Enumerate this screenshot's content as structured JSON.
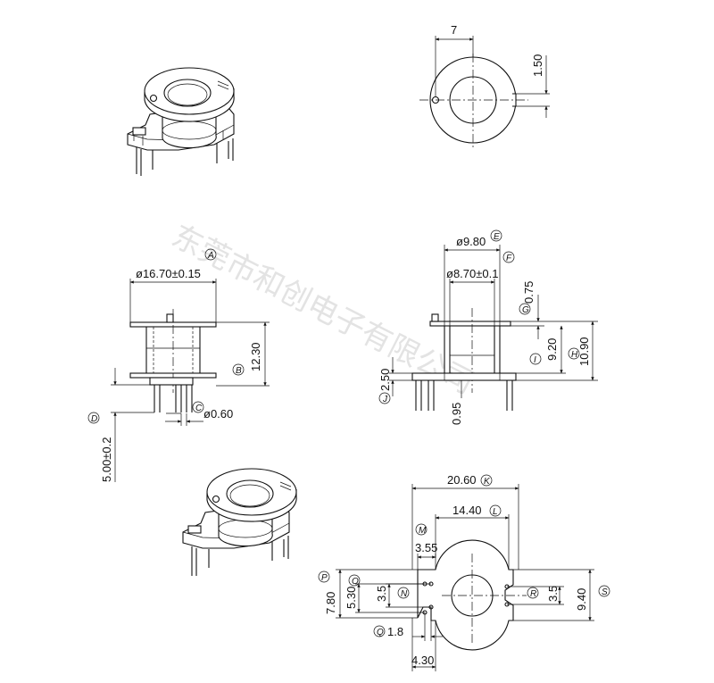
{
  "watermark": "东莞市和创电子有限公司",
  "dimensions": {
    "top_slot_offset": "7",
    "top_slot_width": "1.50",
    "flange_dia": "ø16.70±0.15",
    "height": "12.30",
    "pin_length": "5.00±0.2",
    "pin_dia": "ø0.60",
    "core_outer_dia": "ø9.80",
    "core_inner_dia": "ø8.70±0.1",
    "flange_thickness": "0.75",
    "winding_height": "9.20",
    "total_height": "10.90",
    "base_height": "2.50",
    "base_step": "0.95",
    "base_width": "20.60",
    "pin_span": "14.40",
    "left_pin_offset": "3.55",
    "pin_row_span": "7.80",
    "inner_pin_span": "5.30",
    "left_slot_span": "3.5",
    "right_slot_span": "3.5",
    "base_depth": "9.40",
    "pin_pitch": "1.8",
    "left_overhang": "4.30"
  },
  "labels": {
    "A": "A",
    "B": "B",
    "C": "C",
    "D": "D",
    "E": "E",
    "F": "F",
    "G": "G",
    "H": "H",
    "I": "I",
    "J": "J",
    "K": "K",
    "L": "L",
    "M": "M",
    "N": "N",
    "O": "O",
    "P": "P",
    "Q": "Q",
    "R": "R",
    "S": "S"
  }
}
